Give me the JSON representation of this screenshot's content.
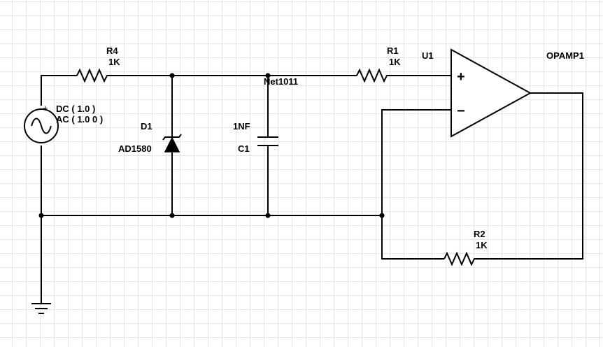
{
  "source": {
    "plus_sign": "+",
    "dc_label": "DC ( 1.0 )",
    "ac_label": "AC ( 1.0 0 )"
  },
  "r4": {
    "name": "R4",
    "value": "1K"
  },
  "d1": {
    "name": "D1",
    "part": "AD1580"
  },
  "c1": {
    "name": "C1",
    "value": "1NF"
  },
  "net": {
    "label": "Net1011"
  },
  "r1": {
    "name": "R1",
    "value": "1K"
  },
  "u1": {
    "name": "U1",
    "part": "OPAMP1",
    "plus_sign": "+",
    "minus_sign": "−"
  },
  "r2": {
    "name": "R2",
    "value": "1K"
  }
}
